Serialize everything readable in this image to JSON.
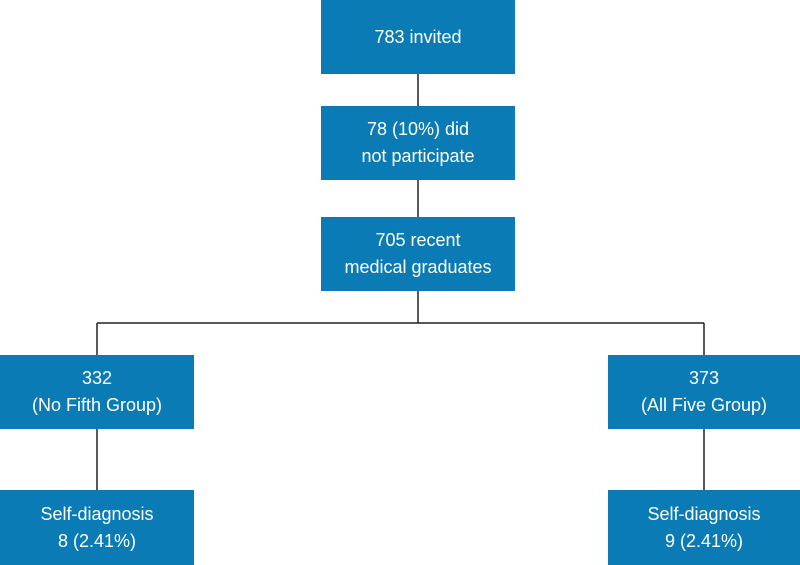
{
  "flowchart": {
    "invited": {
      "line1": "783 invited"
    },
    "non_participants": {
      "line1": "78 (10%) did",
      "line2": "not participate"
    },
    "graduates": {
      "line1": "705 recent",
      "line2": "medical graduates"
    },
    "no_fifth_group": {
      "line1": "332",
      "line2": "(No Fifth Group)"
    },
    "all_five_group": {
      "line1": "373",
      "line2": "(All Five Group)"
    },
    "self_diagnosis_left": {
      "line1": "Self-diagnosis",
      "line2": "8 (2.41%)"
    },
    "self_diagnosis_right": {
      "line1": "Self-diagnosis",
      "line2": "9 (2.41%)"
    }
  },
  "colors": {
    "box_fill": "#0a7bb4",
    "box_text": "#ffffff",
    "connector": "#222222"
  }
}
